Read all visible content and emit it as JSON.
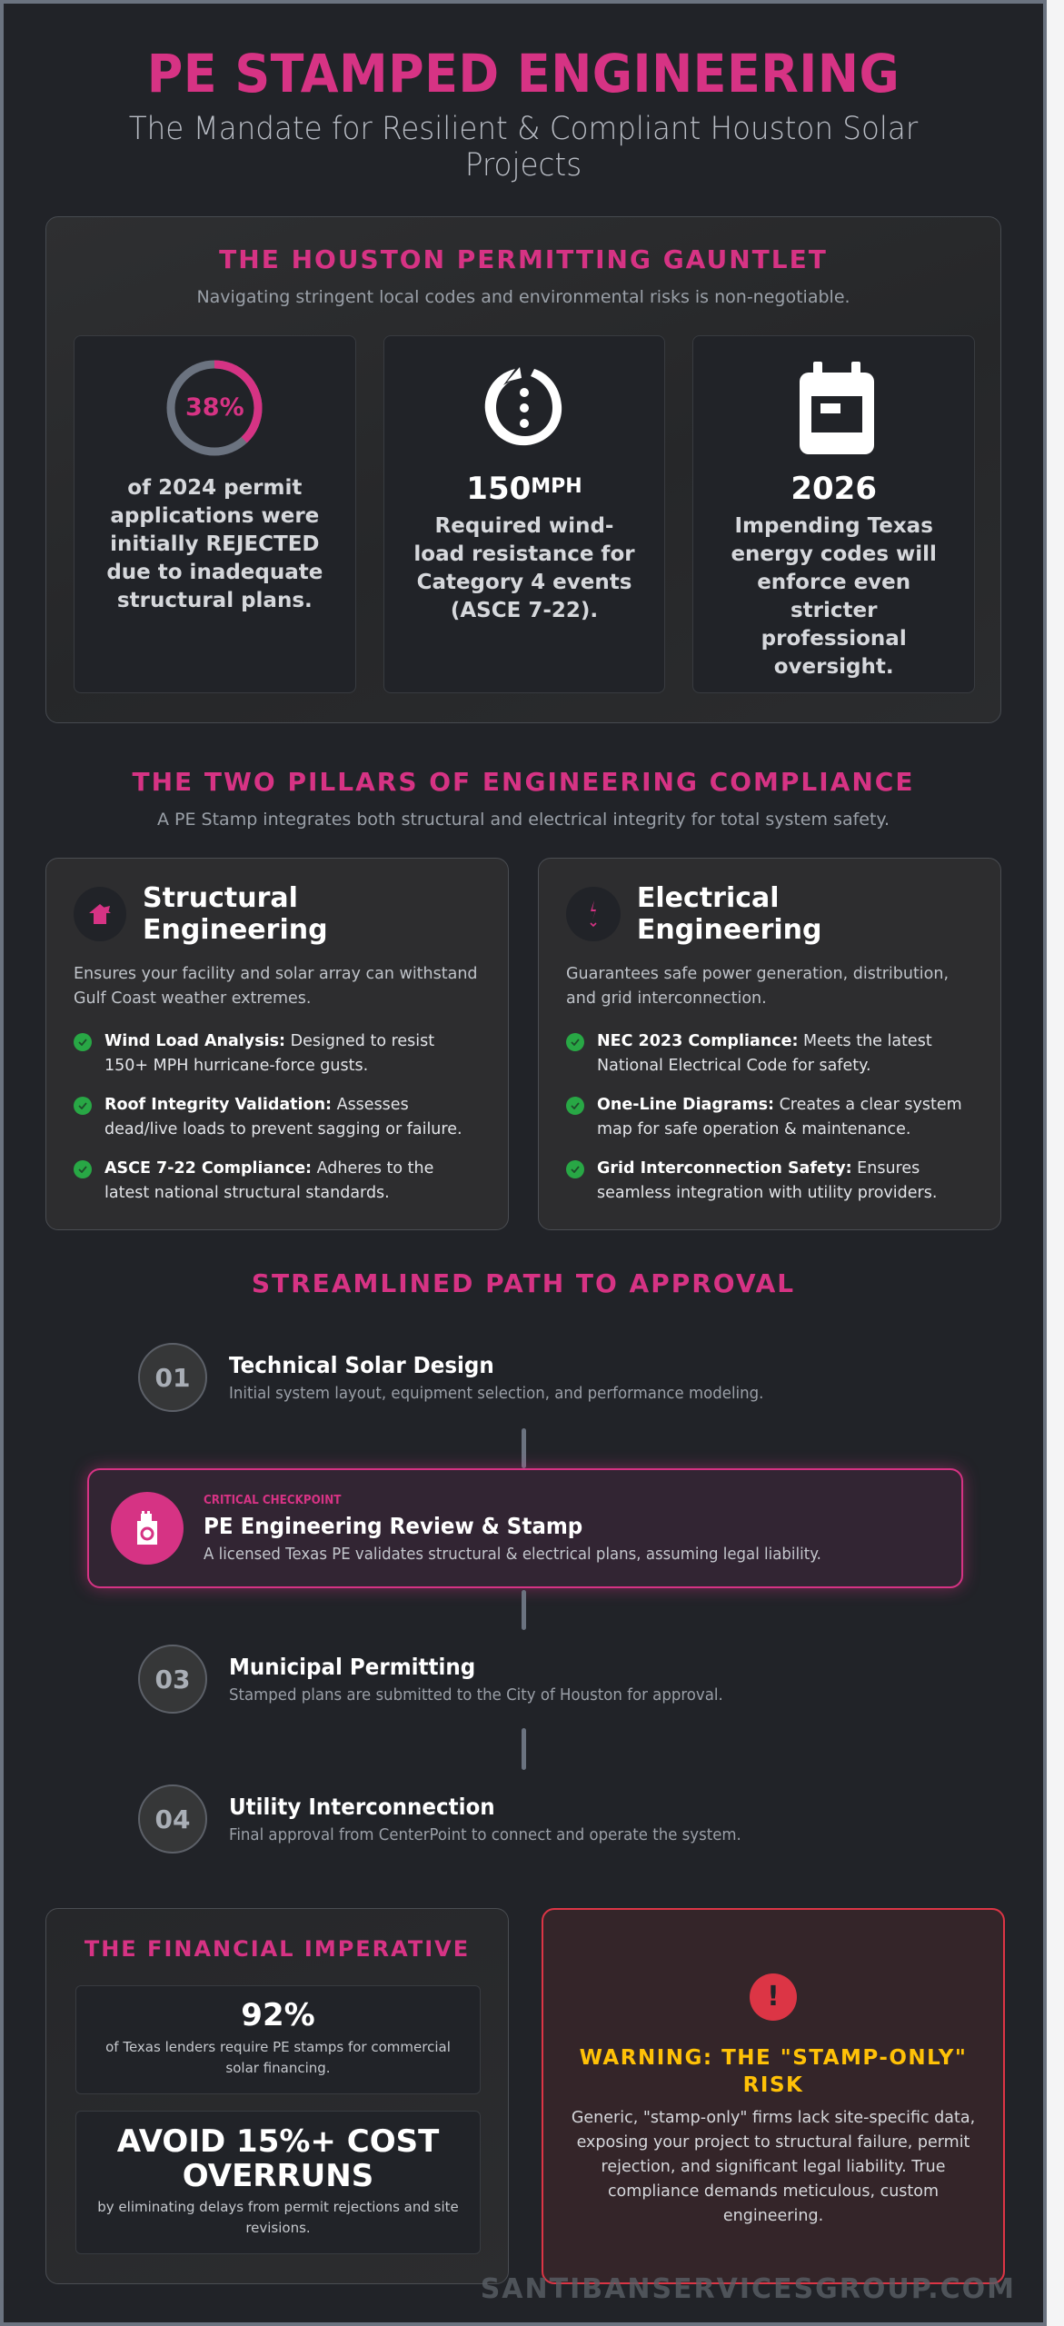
{
  "header": {
    "title": "PE STAMPED ENGINEERING",
    "subtitle": "The Mandate for Resilient & Compliant Houston Solar Projects"
  },
  "gauntlet": {
    "title": "THE HOUSTON PERMITTING GAUNTLET",
    "subtitle": "Navigating stringent local codes and environmental risks is non-negotiable.",
    "stats": [
      {
        "icon": "progress-ring-icon",
        "value": "38%",
        "percent": 38,
        "description": "of 2024 permit applications were initially REJECTED due to inadequate structural plans."
      },
      {
        "icon": "hurricane-icon",
        "value": "150",
        "unit": "MPH",
        "description": "Required wind-load resistance for Category 4 events (ASCE 7-22)."
      },
      {
        "icon": "calendar-icon",
        "value": "2026",
        "description": "Impending Texas energy codes will enforce even stricter professional oversight."
      }
    ]
  },
  "pillars": {
    "title": "THE TWO PILLARS OF ENGINEERING COMPLIANCE",
    "subtitle": "A PE Stamp integrates both structural and electrical integrity for total system safety.",
    "cards": [
      {
        "icon": "structure-icon",
        "title": "Structural Engineering",
        "description": "Ensures your facility and solar array can withstand Gulf Coast weather extremes.",
        "items": [
          {
            "label": "Wind Load Analysis:",
            "text": " Designed to resist 150+ MPH hurricane-force gusts."
          },
          {
            "label": "Roof Integrity Validation:",
            "text": " Assesses dead/live loads to prevent sagging or failure."
          },
          {
            "label": "ASCE 7-22 Compliance:",
            "text": " Adheres to the latest national structural standards."
          }
        ]
      },
      {
        "icon": "bolt-icon",
        "title": "Electrical Engineering",
        "description": "Guarantees safe power generation, distribution, and grid interconnection.",
        "items": [
          {
            "label": "NEC 2023 Compliance:",
            "text": " Meets the latest National Electrical Code for safety."
          },
          {
            "label": "One-Line Diagrams:",
            "text": " Creates a clear system map for safe operation & maintenance."
          },
          {
            "label": "Grid Interconnection Safety:",
            "text": " Ensures seamless integration with utility providers."
          }
        ]
      }
    ]
  },
  "path": {
    "title": "STREAMLINED PATH TO APPROVAL",
    "steps": [
      {
        "number": "01",
        "title": "Technical Solar Design",
        "description": "Initial system layout, equipment selection, and performance modeling."
      },
      {
        "tag": "CRITICAL CHECKPOINT",
        "icon": "stamp-icon",
        "title": "PE Engineering Review & Stamp",
        "description": "A licensed Texas PE validates structural & electrical plans, assuming legal liability."
      },
      {
        "number": "03",
        "title": "Municipal Permitting",
        "description": "Stamped plans are submitted to the City of Houston for approval."
      },
      {
        "number": "04",
        "title": "Utility Interconnection",
        "description": "Final approval from CenterPoint to connect and operate the system."
      }
    ]
  },
  "financial": {
    "title": "THE FINANCIAL IMPERATIVE",
    "boxes": [
      {
        "value": "92%",
        "description": "of Texas lenders require PE stamps for commercial solar financing."
      },
      {
        "value": "AVOID 15%+ COST OVERRUNS",
        "description": "by eliminating delays from permit rejections and site revisions."
      }
    ]
  },
  "warning": {
    "icon": "!",
    "title": "WARNING: THE \"STAMP-ONLY\" RISK",
    "description": "Generic, \"stamp-only\" firms lack site-specific data, exposing your project to structural failure, permit rejection, and significant legal liability. True compliance demands meticulous, custom engineering."
  },
  "footer": {
    "watermark": "SANTIBANSERVICESGROUP.COM"
  },
  "colors": {
    "accent": "#d63384",
    "background": "#212328",
    "success": "#28a745",
    "danger": "#dc3545",
    "warning": "#ffc107"
  }
}
